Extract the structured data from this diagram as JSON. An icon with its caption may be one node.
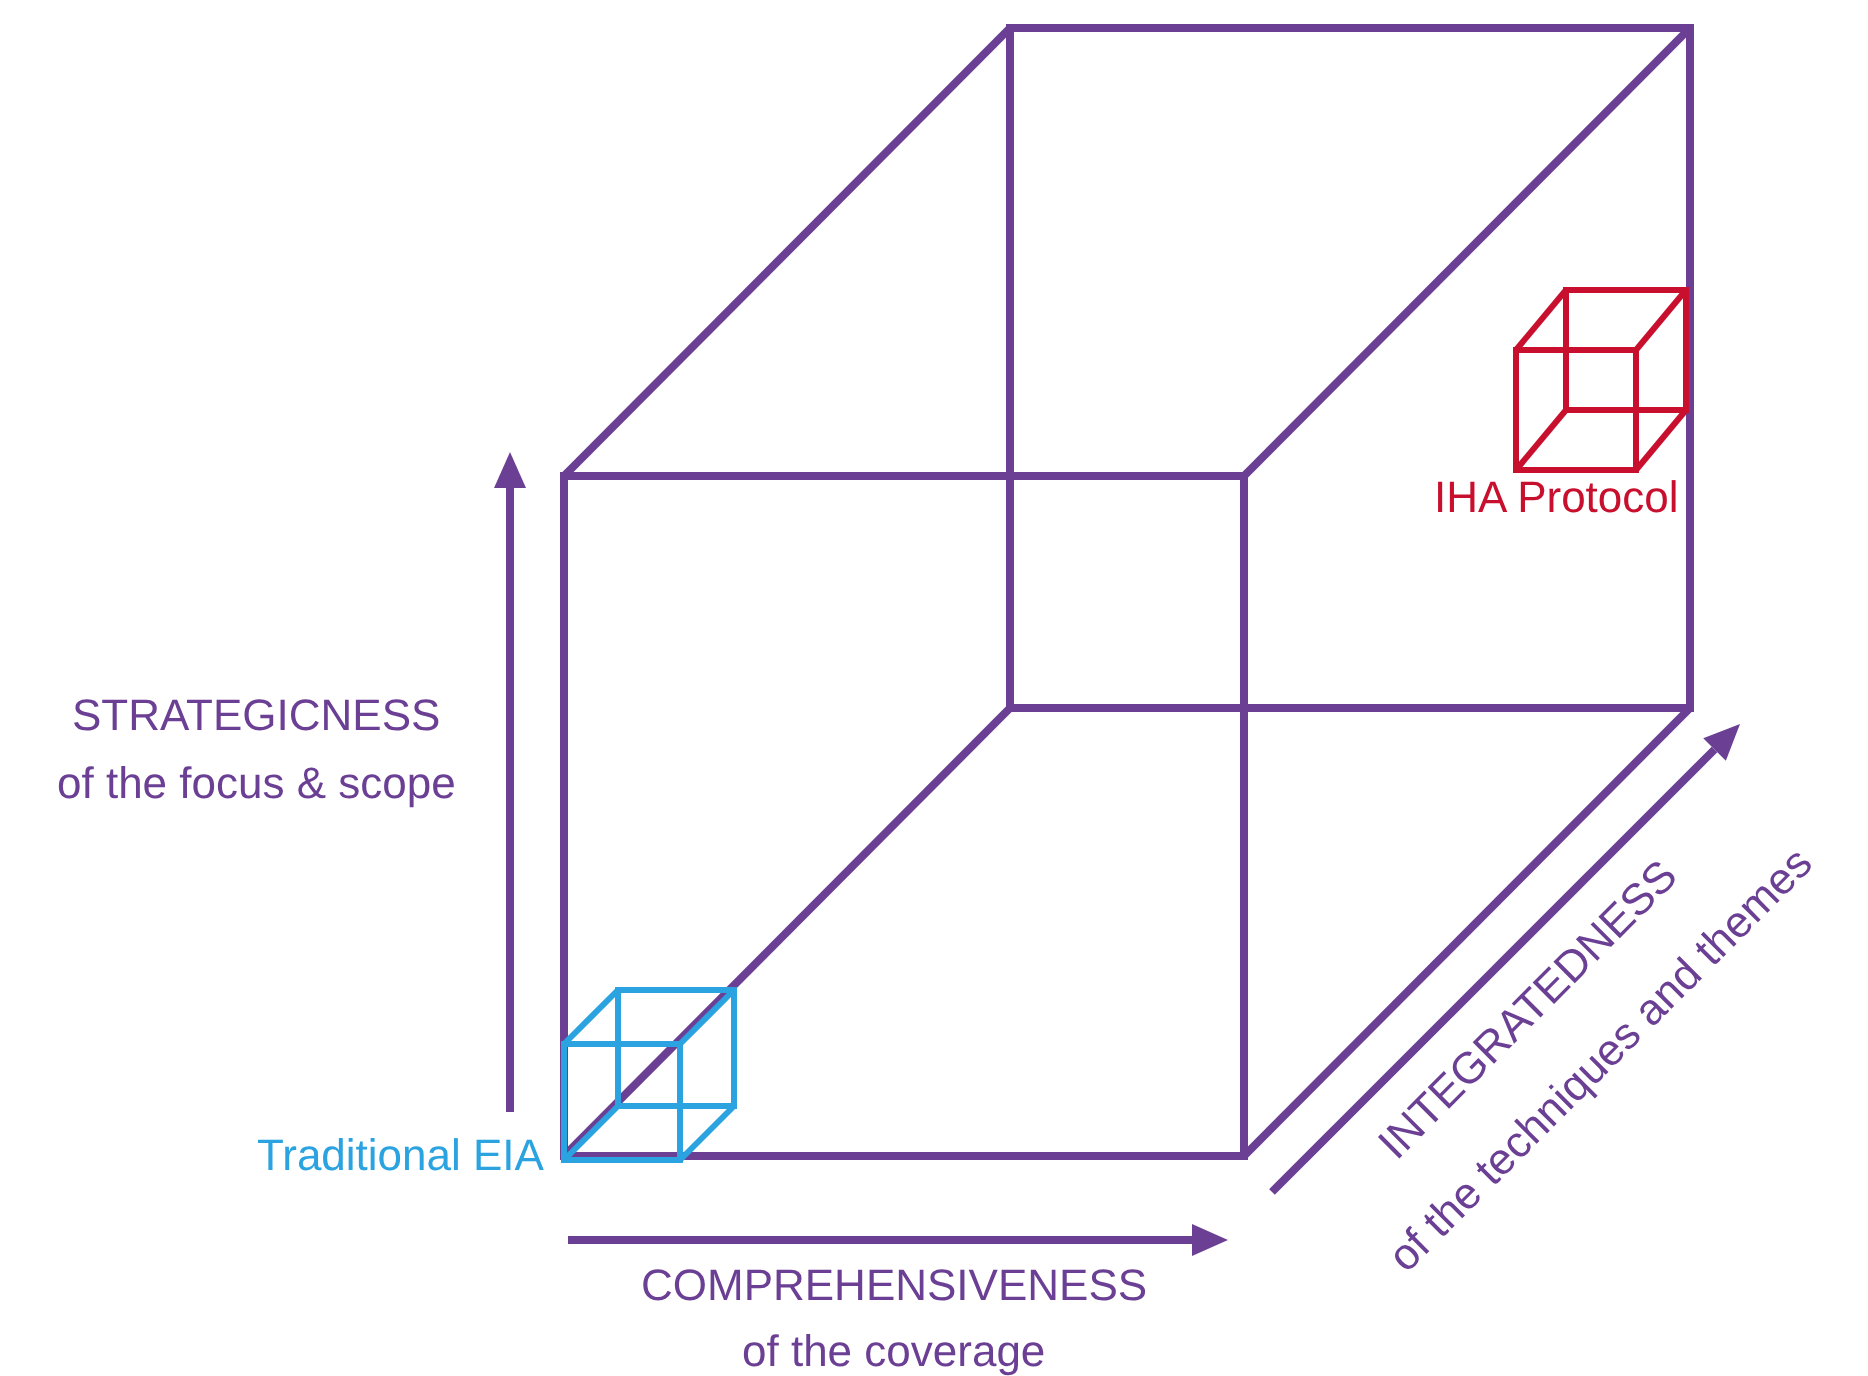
{
  "diagram": {
    "labels": [
      "IHA Protocol",
      "STRATEGICNESS",
      "of the focus & scope",
      "Traditional EIA",
      "COMPREHENSIVENESS",
      "of the coverage",
      "INTEGRATEDNESS",
      "of the techniques and themes"
    ]
  }
}
